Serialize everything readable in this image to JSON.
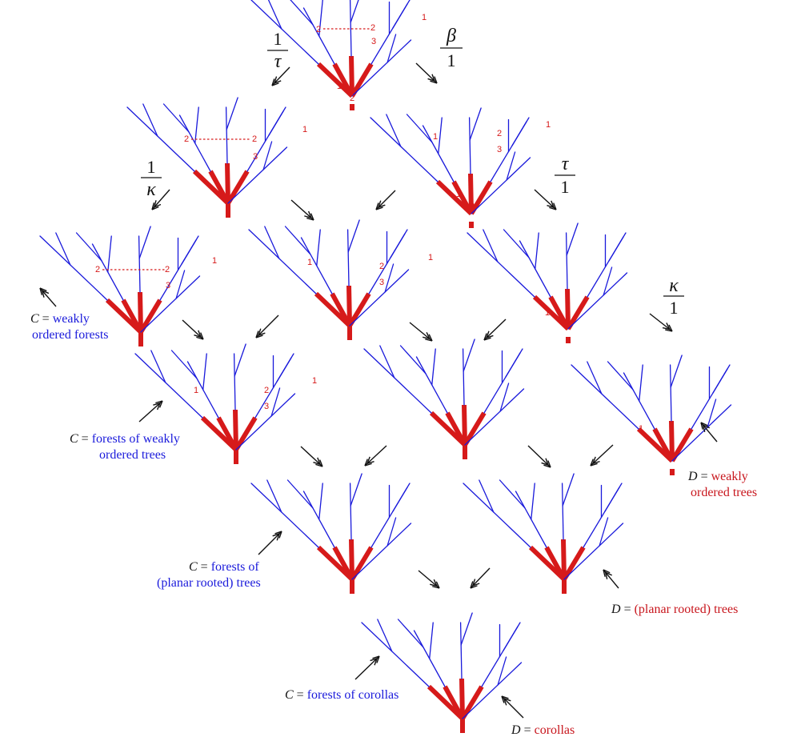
{
  "fractions": {
    "f1": {
      "num": "1",
      "den": "τ"
    },
    "f2": {
      "num": "β",
      "den": "1"
    },
    "f3": {
      "num": "1",
      "den": "κ"
    },
    "f4": {
      "num": "τ",
      "den": "1"
    },
    "f5": {
      "num": "κ",
      "den": "1"
    }
  },
  "labels": {
    "c_weakly_forests": {
      "var": "C",
      "eq": " = ",
      "line1": "weakly",
      "line2": "ordered forests"
    },
    "c_forests_weakly_trees": {
      "var": "C",
      "eq": " = ",
      "line1": "forests of weakly",
      "line2": "ordered trees"
    },
    "d_weakly_trees": {
      "var": "D",
      "eq": " = ",
      "line1": "weakly",
      "line2": "ordered trees"
    },
    "c_forests_planar": {
      "var": "C",
      "eq": " = ",
      "line1": "forests of",
      "line2": "(planar rooted) trees"
    },
    "d_planar": {
      "var": "D",
      "eq": " = ",
      "line1": "(planar rooted) trees"
    },
    "c_corollas": {
      "var": "C",
      "eq": " = ",
      "line1": "forests of corollas"
    },
    "d_corollas": {
      "var": "D",
      "eq": " = ",
      "line1": "corollas"
    }
  },
  "numbers": [
    "1",
    "2",
    "3"
  ],
  "colors": {
    "blue": "#1a1adb",
    "red": "#d61a1a",
    "black": "#111111"
  }
}
